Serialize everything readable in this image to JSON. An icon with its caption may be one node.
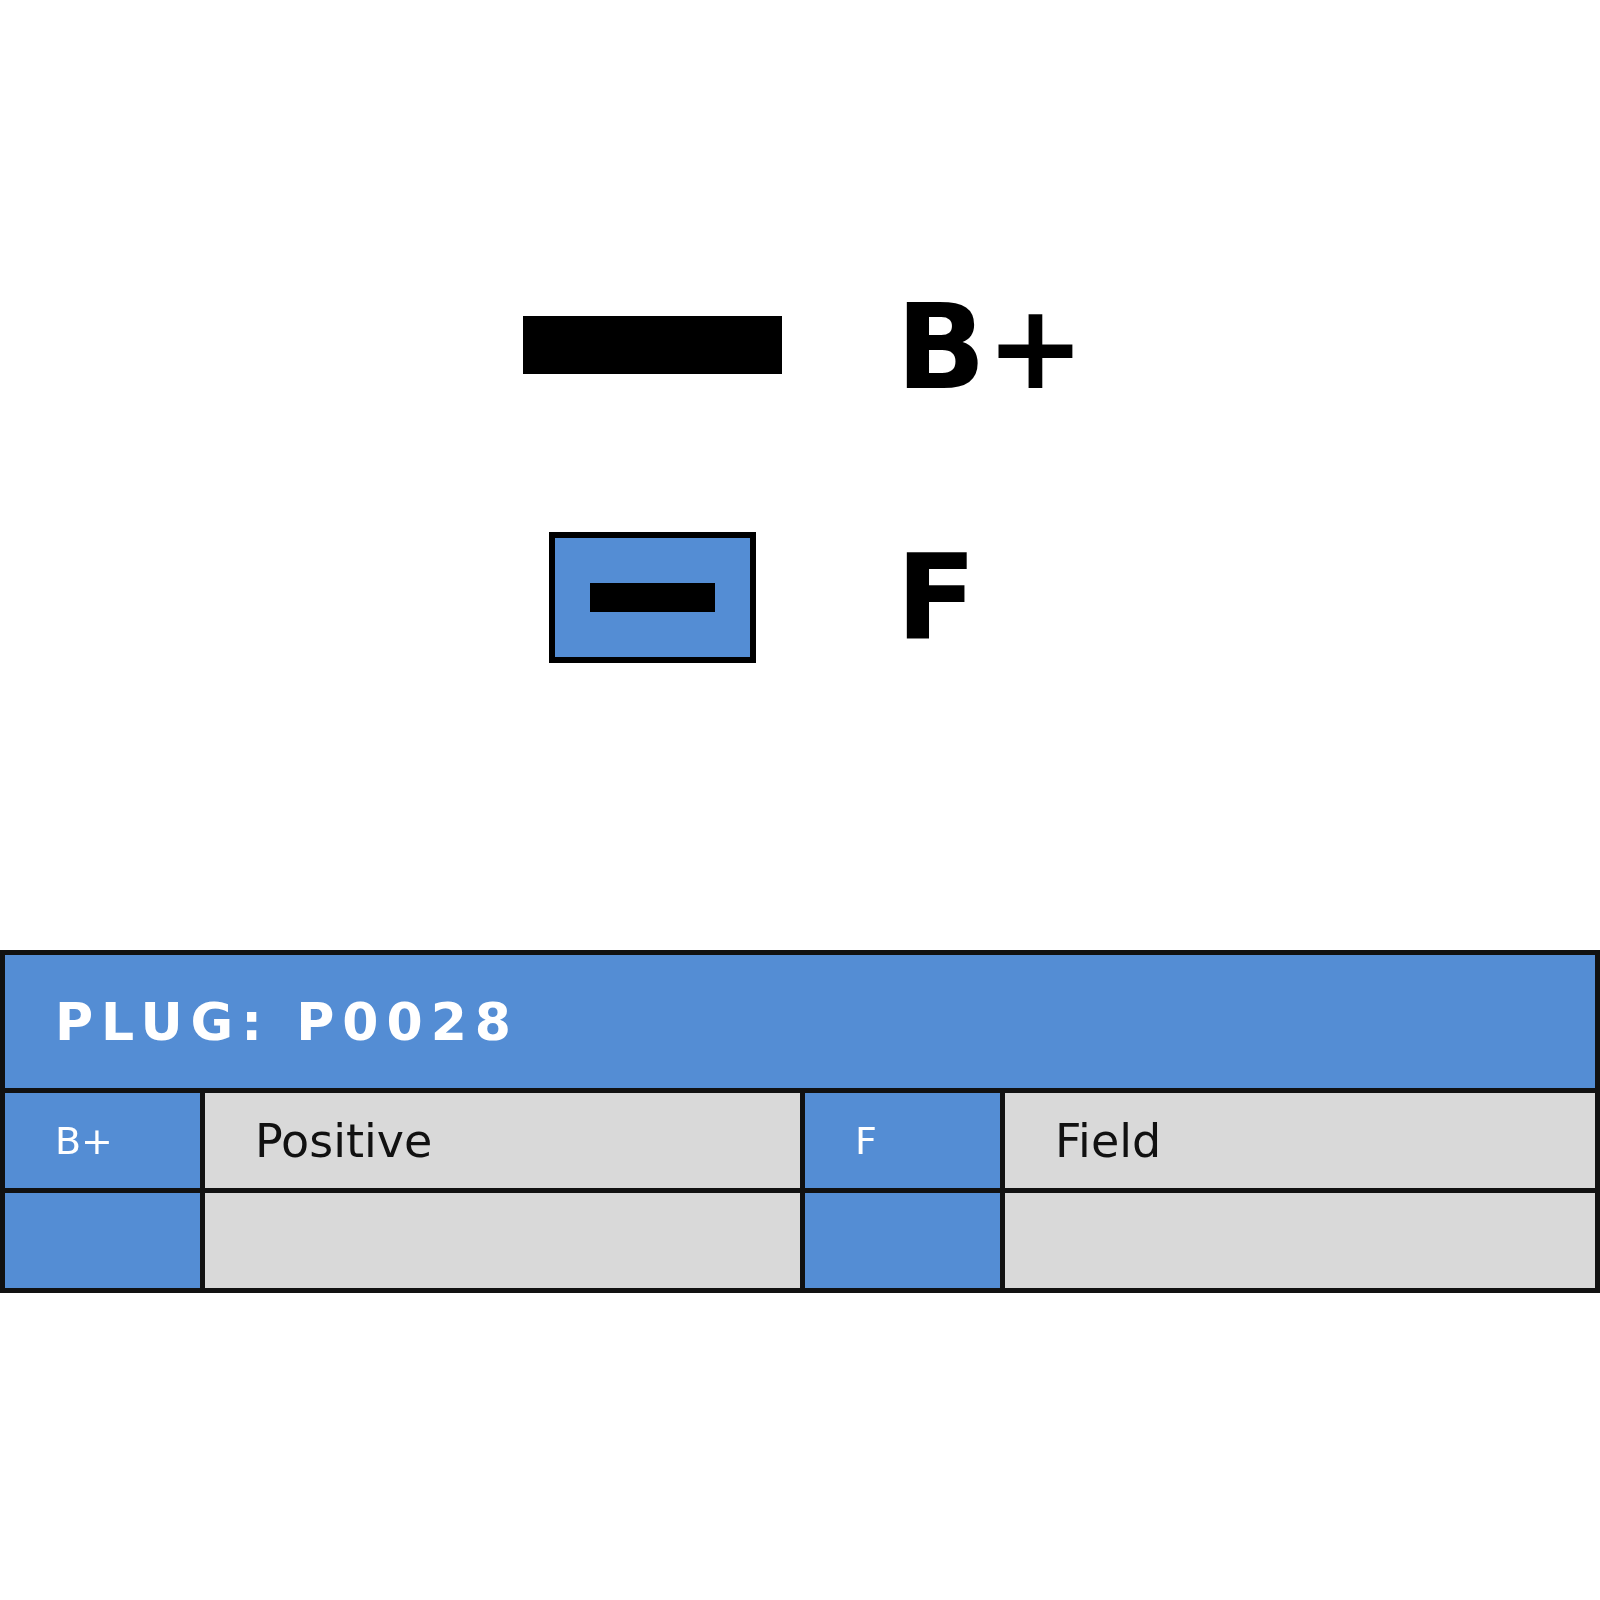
{
  "diagram": {
    "title": "PLUG: P0028",
    "labels": [
      "B+",
      "F",
      "B+",
      "Positive",
      "F",
      "Field"
    ]
  }
}
